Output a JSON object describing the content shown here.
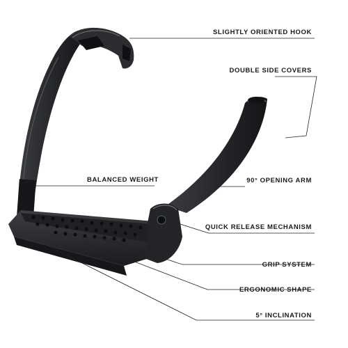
{
  "labels": {
    "hook": "SLIGHTLY ORIENTED HOOK",
    "covers": "DOUBLE SIDE COVERS",
    "weight": "BALANCED WEIGHT",
    "arm": "90° OPENING ARM",
    "release": "QUICK RELEASE MECHANISM",
    "grip": "GRIP SYSTEM",
    "ergonomic": "ERGONOMIC SHAPE",
    "inclination": "5° INCLINATION"
  },
  "colors": {
    "body": "#2b2d30",
    "body_dark": "#16171a",
    "highlight": "#5b5e63",
    "leader": "#222222"
  }
}
